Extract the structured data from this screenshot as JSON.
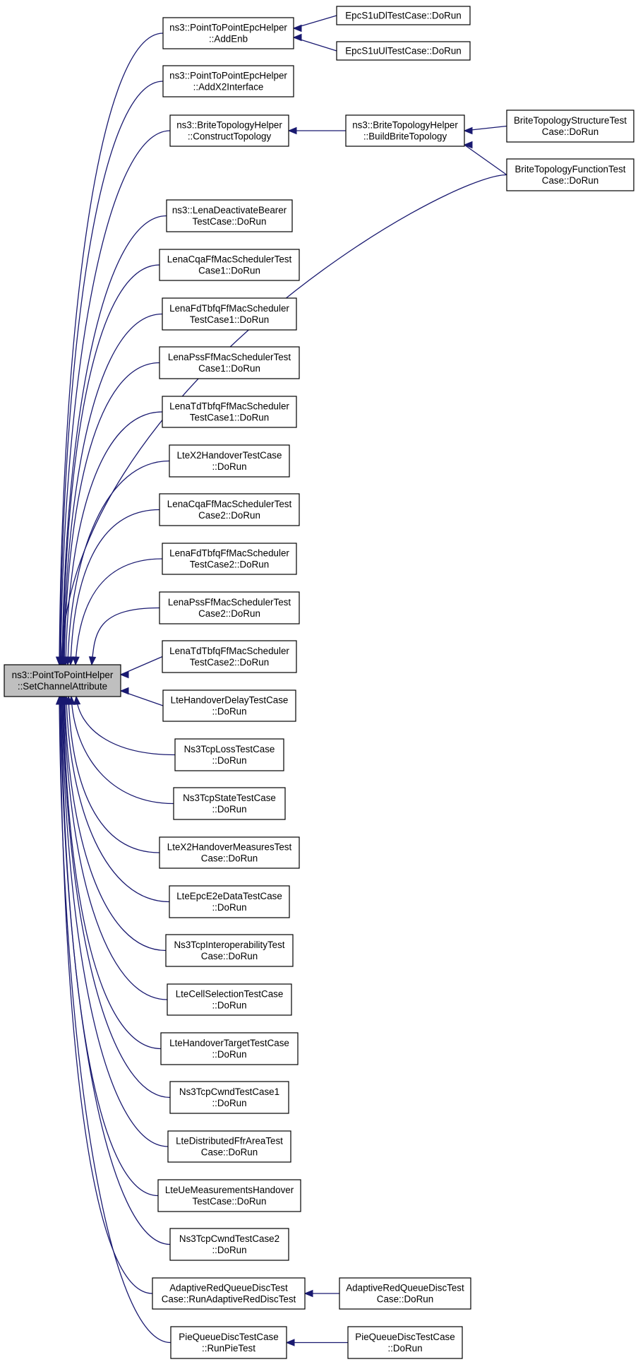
{
  "graph": {
    "root": "set-channel-attribute",
    "colors": {
      "edge": "#191970",
      "node_fill": "#ffffff",
      "root_fill": "#bfbfbf",
      "border": "#000000"
    },
    "nodes": [
      {
        "id": "set-channel-attribute",
        "lines": [
          "ns3::PointToPointHelper",
          "::SetChannelAttribute"
        ]
      },
      {
        "id": "add-enb",
        "lines": [
          "ns3::PointToPointEpcHelper",
          "::AddEnb"
        ]
      },
      {
        "id": "epc-s1u-dl",
        "lines": [
          "EpcS1uDlTestCase::DoRun"
        ]
      },
      {
        "id": "epc-s1u-ul",
        "lines": [
          "EpcS1uUlTestCase::DoRun"
        ]
      },
      {
        "id": "add-x2",
        "lines": [
          "ns3::PointToPointEpcHelper",
          "::AddX2Interface"
        ]
      },
      {
        "id": "construct-topology",
        "lines": [
          "ns3::BriteTopologyHelper",
          "::ConstructTopology"
        ]
      },
      {
        "id": "build-brite",
        "lines": [
          "ns3::BriteTopologyHelper",
          "::BuildBriteTopology"
        ]
      },
      {
        "id": "brite-structure",
        "lines": [
          "BriteTopologyStructureTest",
          "Case::DoRun"
        ]
      },
      {
        "id": "brite-function",
        "lines": [
          "BriteTopologyFunctionTest",
          "Case::DoRun"
        ]
      },
      {
        "id": "lena-deactivate",
        "lines": [
          "ns3::LenaDeactivateBearer",
          "TestCase::DoRun"
        ]
      },
      {
        "id": "cqa1",
        "lines": [
          "LenaCqaFfMacSchedulerTest",
          "Case1::DoRun"
        ]
      },
      {
        "id": "fdtbfq1",
        "lines": [
          "LenaFdTbfqFfMacScheduler",
          "TestCase1::DoRun"
        ]
      },
      {
        "id": "pss1",
        "lines": [
          "LenaPssFfMacSchedulerTest",
          "Case1::DoRun"
        ]
      },
      {
        "id": "tdtbfq1",
        "lines": [
          "LenaTdTbfqFfMacScheduler",
          "TestCase1::DoRun"
        ]
      },
      {
        "id": "x2-handover",
        "lines": [
          "LteX2HandoverTestCase",
          "::DoRun"
        ]
      },
      {
        "id": "cqa2",
        "lines": [
          "LenaCqaFfMacSchedulerTest",
          "Case2::DoRun"
        ]
      },
      {
        "id": "fdtbfq2",
        "lines": [
          "LenaFdTbfqFfMacScheduler",
          "TestCase2::DoRun"
        ]
      },
      {
        "id": "pss2",
        "lines": [
          "LenaPssFfMacSchedulerTest",
          "Case2::DoRun"
        ]
      },
      {
        "id": "tdtbfq2",
        "lines": [
          "LenaTdTbfqFfMacScheduler",
          "TestCase2::DoRun"
        ]
      },
      {
        "id": "handover-delay",
        "lines": [
          "LteHandoverDelayTestCase",
          "::DoRun"
        ]
      },
      {
        "id": "tcp-loss",
        "lines": [
          "Ns3TcpLossTestCase",
          "::DoRun"
        ]
      },
      {
        "id": "tcp-state",
        "lines": [
          "Ns3TcpStateTestCase",
          "::DoRun"
        ]
      },
      {
        "id": "x2-measures",
        "lines": [
          "LteX2HandoverMeasuresTest",
          "Case::DoRun"
        ]
      },
      {
        "id": "epc-e2e",
        "lines": [
          "LteEpcE2eDataTestCase",
          "::DoRun"
        ]
      },
      {
        "id": "tcp-interop",
        "lines": [
          "Ns3TcpInteroperabilityTest",
          "Case::DoRun"
        ]
      },
      {
        "id": "cell-selection",
        "lines": [
          "LteCellSelectionTestCase",
          "::DoRun"
        ]
      },
      {
        "id": "handover-target",
        "lines": [
          "LteHandoverTargetTestCase",
          "::DoRun"
        ]
      },
      {
        "id": "cwnd1",
        "lines": [
          "Ns3TcpCwndTestCase1",
          "::DoRun"
        ]
      },
      {
        "id": "ffr-area",
        "lines": [
          "LteDistributedFfrAreaTest",
          "Case::DoRun"
        ]
      },
      {
        "id": "ue-measurements",
        "lines": [
          "LteUeMeasurementsHandover",
          "TestCase::DoRun"
        ]
      },
      {
        "id": "cwnd2",
        "lines": [
          "Ns3TcpCwndTestCase2",
          "::DoRun"
        ]
      },
      {
        "id": "ared-run",
        "lines": [
          "AdaptiveRedQueueDiscTest",
          "Case::RunAdaptiveRedDiscTest"
        ]
      },
      {
        "id": "ared-dorun",
        "lines": [
          "AdaptiveRedQueueDiscTest",
          "Case::DoRun"
        ]
      },
      {
        "id": "pie-run",
        "lines": [
          "PieQueueDiscTestCase",
          "::RunPieTest"
        ]
      },
      {
        "id": "pie-dorun",
        "lines": [
          "PieQueueDiscTestCase",
          "::DoRun"
        ]
      }
    ],
    "edges": [
      {
        "from": "add-enb",
        "to": "set-channel-attribute"
      },
      {
        "from": "add-x2",
        "to": "set-channel-attribute"
      },
      {
        "from": "construct-topology",
        "to": "set-channel-attribute"
      },
      {
        "from": "brite-function",
        "to": "set-channel-attribute"
      },
      {
        "from": "lena-deactivate",
        "to": "set-channel-attribute"
      },
      {
        "from": "cqa1",
        "to": "set-channel-attribute"
      },
      {
        "from": "fdtbfq1",
        "to": "set-channel-attribute"
      },
      {
        "from": "pss1",
        "to": "set-channel-attribute"
      },
      {
        "from": "tdtbfq1",
        "to": "set-channel-attribute"
      },
      {
        "from": "x2-handover",
        "to": "set-channel-attribute"
      },
      {
        "from": "cqa2",
        "to": "set-channel-attribute"
      },
      {
        "from": "fdtbfq2",
        "to": "set-channel-attribute"
      },
      {
        "from": "pss2",
        "to": "set-channel-attribute"
      },
      {
        "from": "tdtbfq2",
        "to": "set-channel-attribute"
      },
      {
        "from": "handover-delay",
        "to": "set-channel-attribute"
      },
      {
        "from": "tcp-loss",
        "to": "set-channel-attribute"
      },
      {
        "from": "tcp-state",
        "to": "set-channel-attribute"
      },
      {
        "from": "x2-measures",
        "to": "set-channel-attribute"
      },
      {
        "from": "epc-e2e",
        "to": "set-channel-attribute"
      },
      {
        "from": "tcp-interop",
        "to": "set-channel-attribute"
      },
      {
        "from": "cell-selection",
        "to": "set-channel-attribute"
      },
      {
        "from": "handover-target",
        "to": "set-channel-attribute"
      },
      {
        "from": "cwnd1",
        "to": "set-channel-attribute"
      },
      {
        "from": "ffr-area",
        "to": "set-channel-attribute"
      },
      {
        "from": "ue-measurements",
        "to": "set-channel-attribute"
      },
      {
        "from": "cwnd2",
        "to": "set-channel-attribute"
      },
      {
        "from": "ared-run",
        "to": "set-channel-attribute"
      },
      {
        "from": "pie-run",
        "to": "set-channel-attribute"
      },
      {
        "from": "epc-s1u-dl",
        "to": "add-enb"
      },
      {
        "from": "epc-s1u-ul",
        "to": "add-enb"
      },
      {
        "from": "build-brite",
        "to": "construct-topology"
      },
      {
        "from": "brite-structure",
        "to": "build-brite"
      },
      {
        "from": "brite-function",
        "to": "build-brite"
      },
      {
        "from": "ared-dorun",
        "to": "ared-run"
      },
      {
        "from": "pie-dorun",
        "to": "pie-run"
      }
    ]
  }
}
